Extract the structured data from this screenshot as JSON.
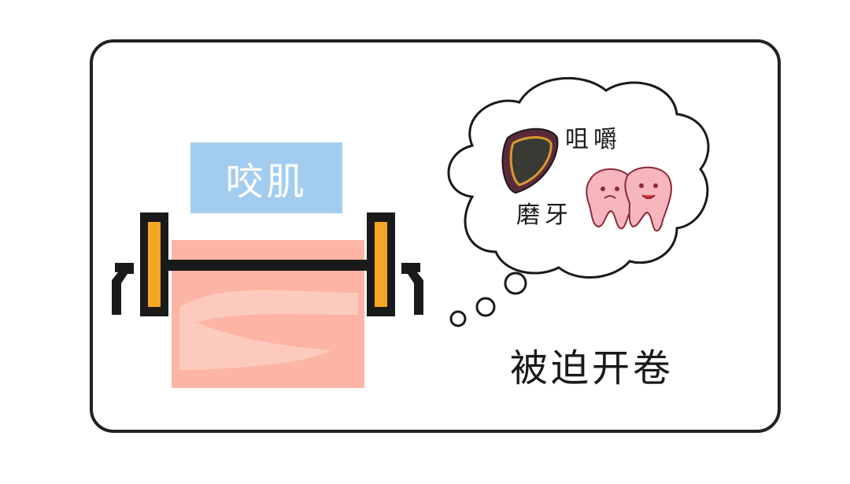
{
  "labels": {
    "muscle": "咬肌",
    "chew": "咀嚼",
    "grind": "磨牙",
    "forced": "被迫开卷"
  },
  "icons": [
    "barbell-icon",
    "thought-bubble-icon",
    "nut-icon",
    "teeth-icon"
  ],
  "colors": {
    "muscle_label_bg": "#a3cdef",
    "muscle_block": "#fcb4a4",
    "muscle_highlight": "#fdd0c4",
    "plate_orange": "#f5a623",
    "outline": "#222222"
  }
}
